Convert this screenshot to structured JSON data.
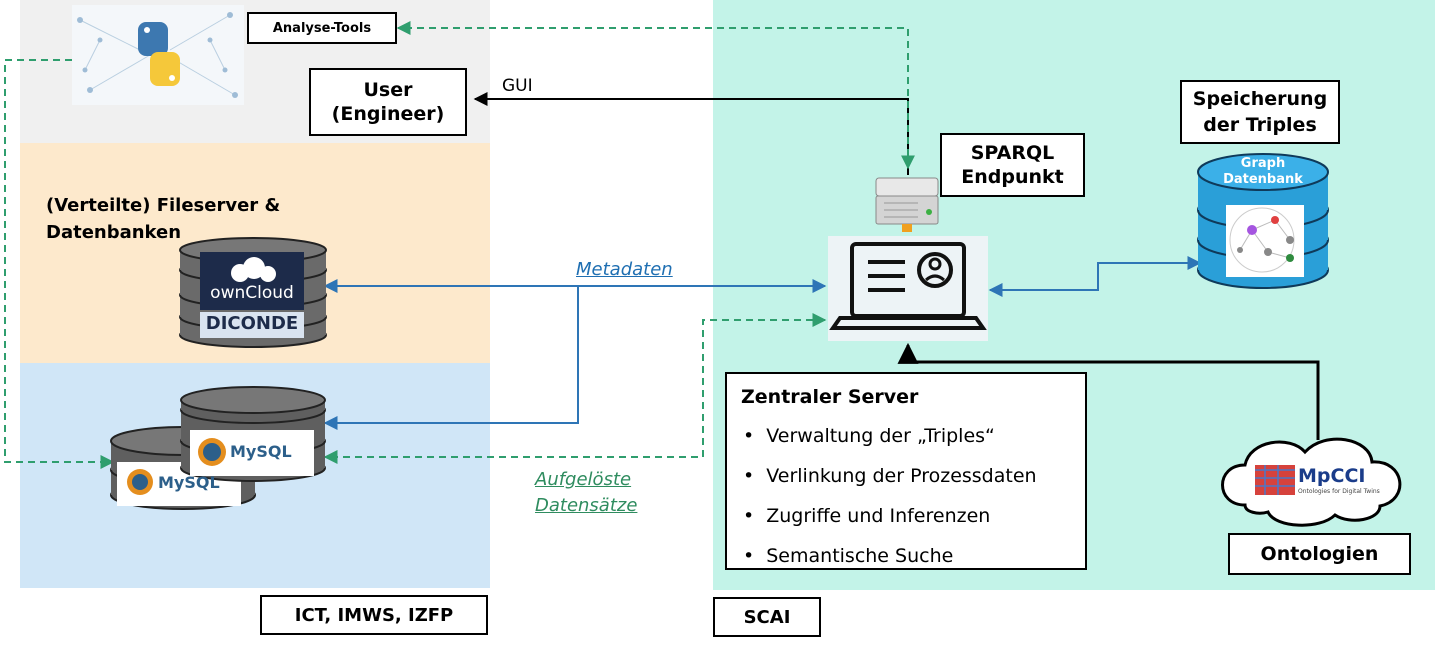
{
  "labels": {
    "analyse_tools": "Analyse-Tools",
    "user": "User\n(Engineer)",
    "gui": "GUI",
    "fileserver": "(Verteilte) Fileserver &\nDatenbanken",
    "sparql": "SPARQL\nEndpunkt",
    "speicherung": "Speicherung\nder Triples",
    "graph_db": "Graph\nDatenbank",
    "metadaten": "Metadaten",
    "aufgeloeste": "Aufgelöste\nDatensätze",
    "ontologien": "Ontologien",
    "ict": "ICT, IMWS, IZFP",
    "scai": "SCAI",
    "owncloud": "ownCloud",
    "diconde": "DICONDE",
    "mysql": "MySQL",
    "mpcci": "MpCCI",
    "mpcci_sub": "Ontologies for Digital Twins"
  },
  "server": {
    "title": "Zentraler Server",
    "items": [
      "Verwaltung der „Triples“",
      "Verlinkung der Prozessdaten",
      "Zugriffe und Inferenzen",
      "Semantische Suche"
    ]
  },
  "colors": {
    "zone_gray": "#f0f0f0",
    "zone_orange": "#fde9cc",
    "zone_blue": "#d0e6f7",
    "zone_teal": "#c3f3e8",
    "arrow_blue": "#2e75b6",
    "arrow_green": "#2f9e6e",
    "db_blue": "#2a9fd8"
  }
}
